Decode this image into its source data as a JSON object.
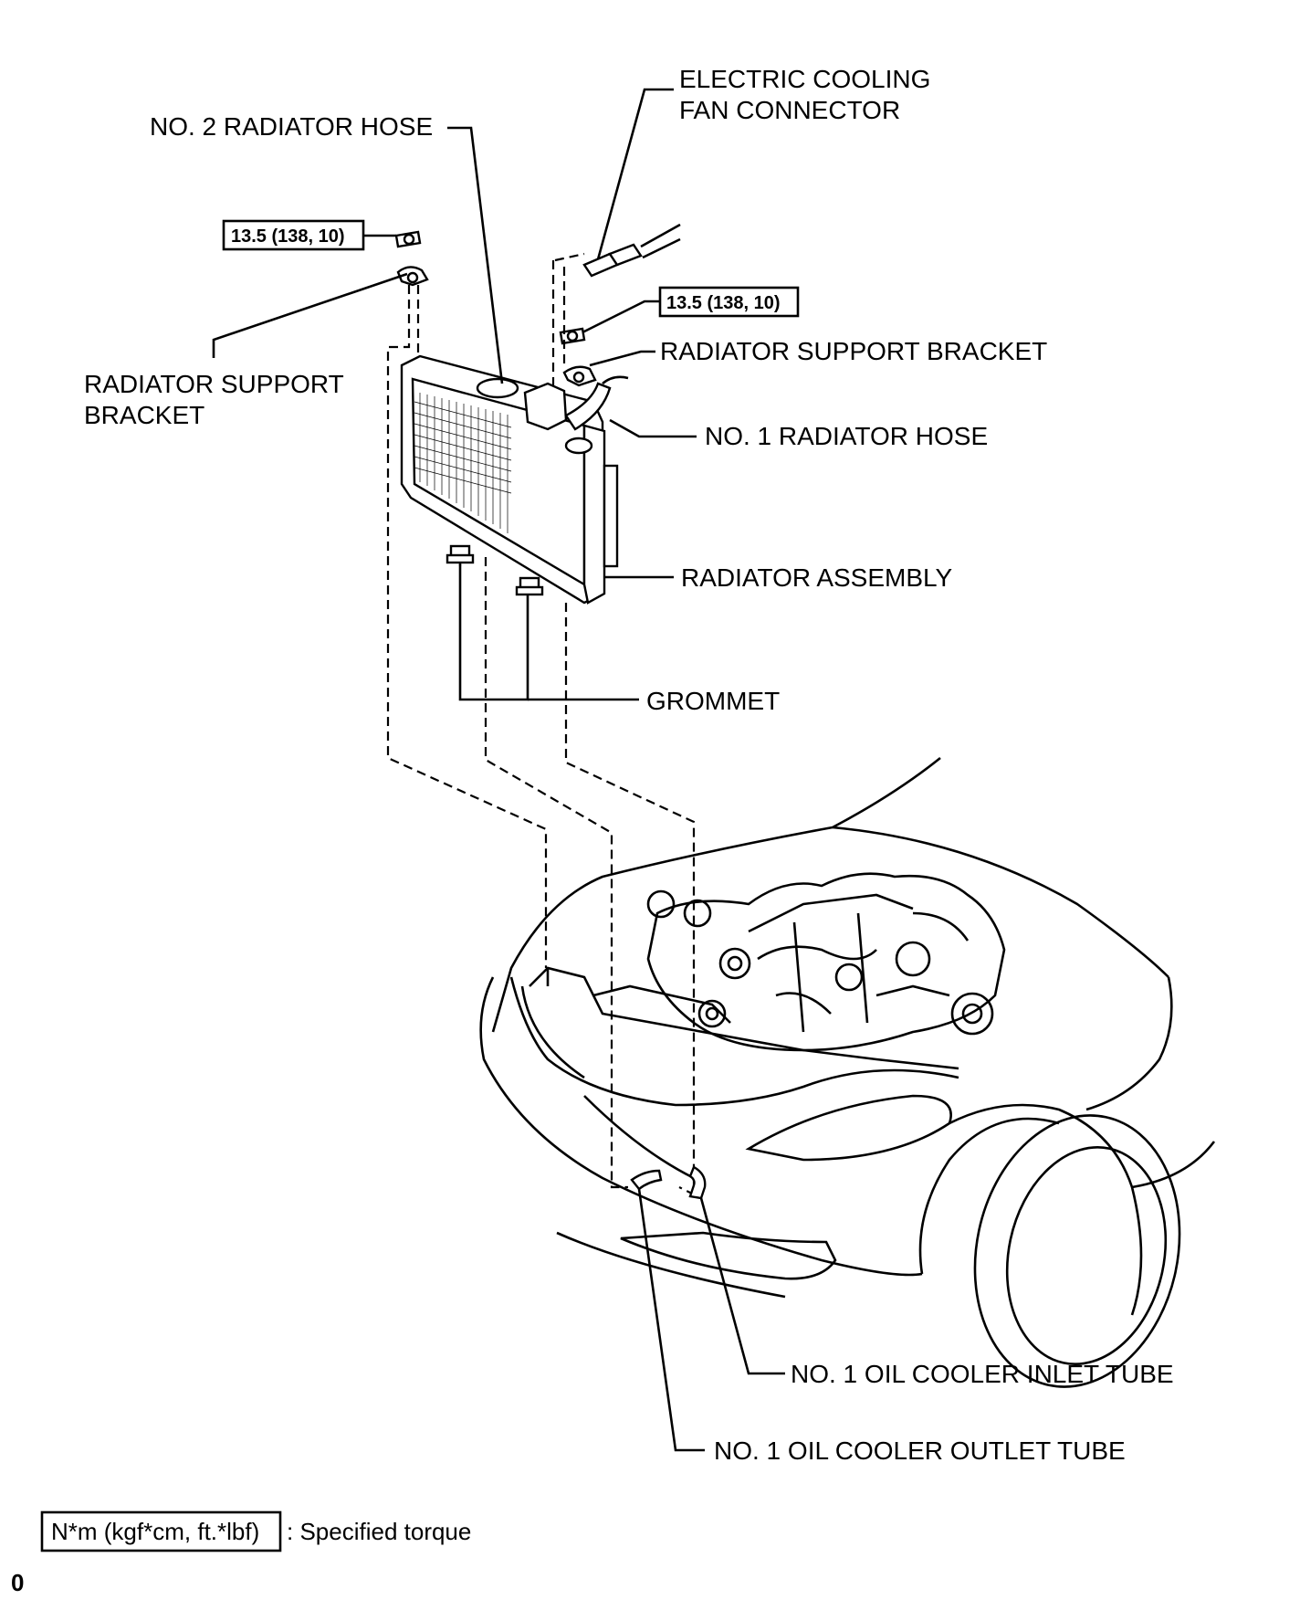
{
  "labels": {
    "electric_fan_connector_l1": "ELECTRIC COOLING",
    "electric_fan_connector_l2": "FAN CONNECTOR",
    "no2_radiator_hose": "NO. 2 RADIATOR HOSE",
    "torque_left": "13.5 (138, 10)",
    "torque_right": "13.5 (138, 10)",
    "radiator_support_bracket_right": "RADIATOR SUPPORT BRACKET",
    "radiator_support_bracket_left_l1": "RADIATOR SUPPORT",
    "radiator_support_bracket_left_l2": "BRACKET",
    "no1_radiator_hose": "NO. 1 RADIATOR HOSE",
    "radiator_assembly": "RADIATOR ASSEMBLY",
    "grommet": "GROMMET",
    "oil_cooler_inlet": "NO. 1 OIL COOLER INLET TUBE",
    "oil_cooler_outlet": "NO. 1 OIL COOLER OUTLET TUBE"
  },
  "legend": {
    "unit_box": "N*m (kgf*cm, ft.*lbf)",
    "description": ": Specified torque"
  },
  "corner_mark": "0"
}
